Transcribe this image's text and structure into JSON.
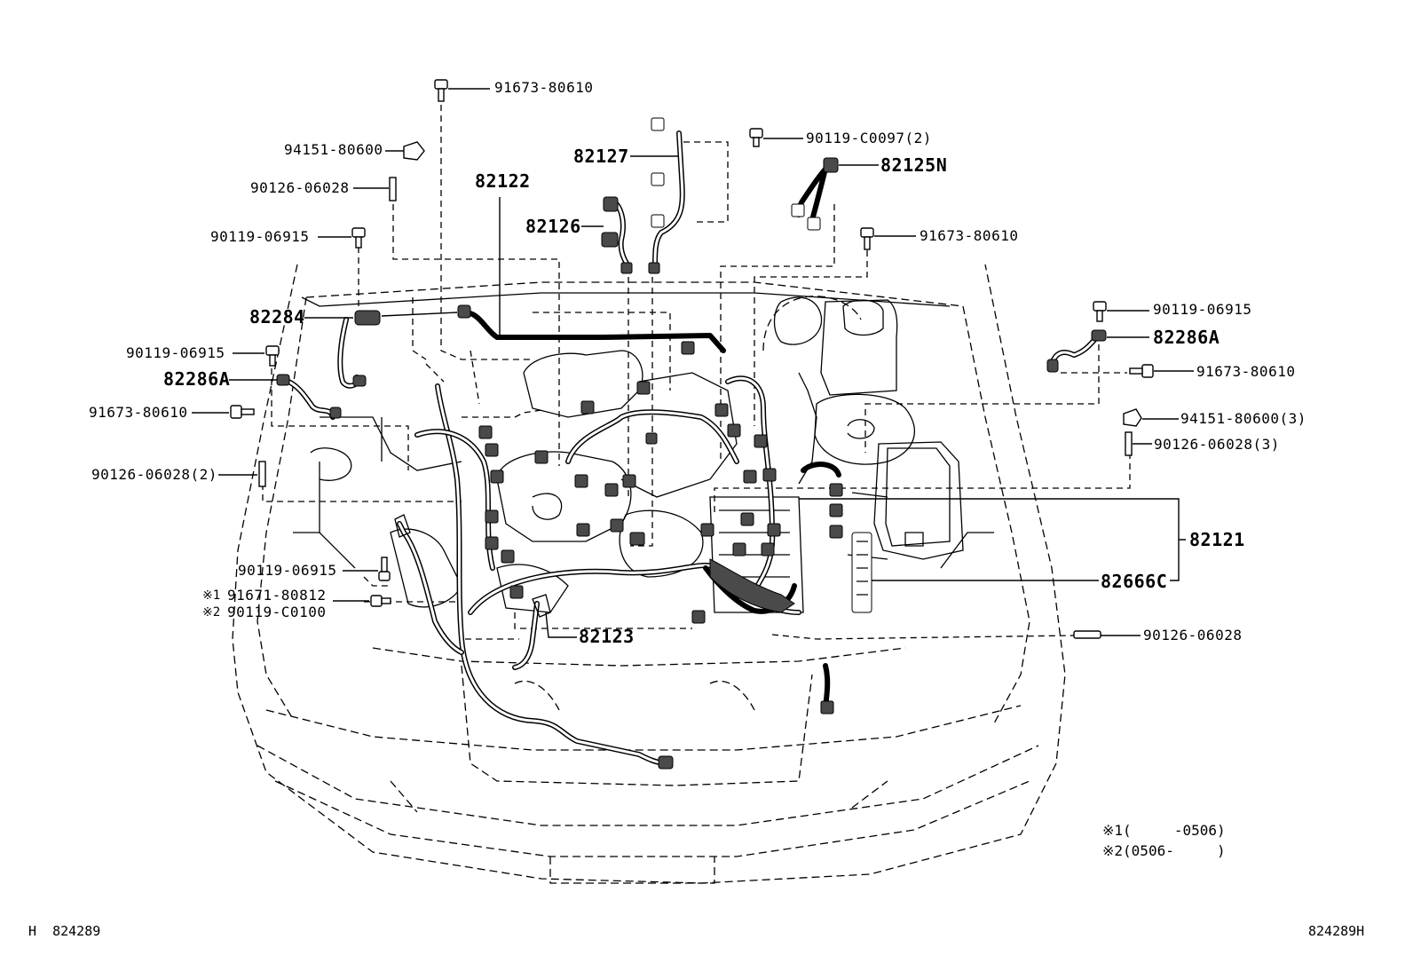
{
  "diagram": {
    "callouts": {
      "c_91673_top": "91673-80610",
      "c_94151_l": "94151-80600",
      "c_90126_l": "90126-06028",
      "c_90119_l1": "90119-06915",
      "c_82284": "82284",
      "c_90119_l2": "90119-06915",
      "c_82286a_l": "82286A",
      "c_91673_l": "91673-80610",
      "c_90126_l2": "90126-06028(2)",
      "c_90119_l3": "90119-06915",
      "c_91671": "91671-80812",
      "c_90119_c0100": "90119-C0100",
      "c_82122": "82122",
      "c_82127": "82127",
      "c_82126": "82126",
      "c_90119_c0097": "90119-C0097(2)",
      "c_82125n": "82125N",
      "c_91673_r1": "91673-80610",
      "c_90119_r": "90119-06915",
      "c_82286a_r": "82286A",
      "c_91673_r2": "91673-80610",
      "c_94151_r": "94151-80600(3)",
      "c_90126_r3": "90126-06028(3)",
      "c_82121": "82121",
      "c_82666c": "82666C",
      "c_82123": "82123",
      "c_90126_r": "90126-06028"
    },
    "marks": {
      "m1": "※1",
      "m2": "※2"
    },
    "notes": {
      "n1": "※1(     -0506)",
      "n2": "※2(0506-     )"
    },
    "footer": {
      "left": "H  824289",
      "right": "824289H"
    }
  }
}
